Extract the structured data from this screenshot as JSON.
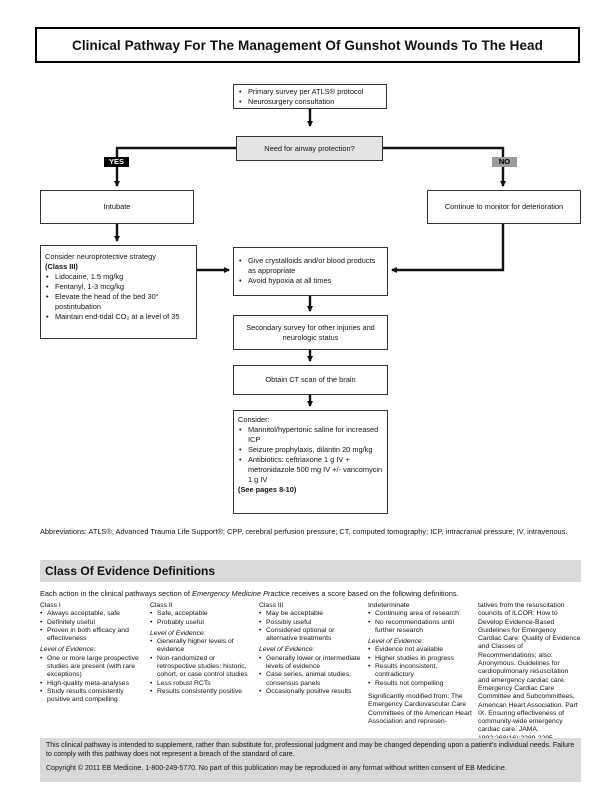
{
  "title": "Clinical Pathway For The Management Of Gunshot Wounds To The Head",
  "flow": {
    "primary_survey": [
      "Primary survey per ATLS® protocol",
      "Neurosurgery consultation"
    ],
    "airway_question": "Need for airway protection?",
    "yes_label": "YES",
    "no_label": "NO",
    "intubate": "Intubate",
    "monitor": "Continue to monitor for deterioration",
    "neuro": {
      "heading": "Consider neuroprotective strategy",
      "class": "(Class III)",
      "items": [
        "Lidocaine, 1.5 mg/kg",
        "Fentanyl, 1-3 mcg/kg",
        "Elevate the head of the bed 30° postintubation",
        "Maintain end-tidal CO₂ at a level of 35"
      ]
    },
    "fluids": [
      "Give crystalloids and/or blood products as appropriate",
      "Avoid hypoxia at all times"
    ],
    "secondary": "Secondary survey for other injuries and neurologic status",
    "ct": "Obtain CT scan of the brain",
    "consider": {
      "heading": "Consider:",
      "items": [
        "Mannitol/hypertonic saline for increased ICP",
        "Seizure prophylaxis, dilantin 20 mg/kg",
        "Antibiotics: ceftriaxone 1 g IV + metronidazole 500 mg IV +/- vancomycin 1 g IV"
      ],
      "pages": "(See pages 8-10)"
    }
  },
  "abbreviations": "Abbreviations: ATLS®, Advanced Trauma Life Support®; CPP, cerebral perfusion pressure; CT, computed tomography; ICP, intracranial pressure; IV, intravenous.",
  "coe": {
    "title": "Class Of Evidence Definitions",
    "intro_pre": "Each action in the clinical pathways section of ",
    "intro_em": "Emergency Medicine Practice",
    "intro_post": " receives a score based on the following definitions.",
    "loe_label": "Level of Evidence:",
    "class1": {
      "head": "Class I",
      "items": [
        "Always acceptable, safe",
        "Definitely useful",
        "Proven in both efficacy and effectiveness"
      ],
      "loe": [
        "One or more large prospective studies are present (with rare exceptions)",
        "High-quality meta-analyses",
        "Study results consistently positive and compelling"
      ]
    },
    "class2": {
      "head": "Class II",
      "items": [
        "Safe, acceptable",
        "Probably useful"
      ],
      "loe": [
        "Generally higher levels of evidence",
        "Non-randomized or retrospective studies: historic, cohort, or case control studies",
        "Less robust RCTs",
        "Results consistently positive"
      ]
    },
    "class3": {
      "head": "Class III",
      "items": [
        "May be acceptable",
        "Possibly useful",
        "Considered optional or alternative treatments"
      ],
      "loe": [
        "Generally lower or intermediate levels of evidence",
        "Case series, animal studies, consensus panels",
        "Occasionally positive results"
      ]
    },
    "indeterminate": {
      "head": "Indeterminate",
      "items": [
        "Continuing area of research",
        "No recommendations until further research"
      ],
      "loe": [
        "Evidence not available",
        "Higher studies in progress",
        "Results inconsistent, contradictory",
        "Results not compelling"
      ],
      "note": "Significantly modified from: The Emergency Cardiovascular Care Committees of the American Heart Association and represen-"
    },
    "reference": "tatives from the resuscitation councils of ILCOR: How to Develop Evidence-Based Guidelines for Emergency Cardiac Care: Quality of Evidence and Classes of Recommendations; also: Anonymous. Guidelines for cardiopulmonary resuscitation and emergency cardiac care. Emergency Cardiac Care Committee and Subcommittees, American Heart Association. Part IX. Ensuring effectiveness of community-wide emergency cardiac care. JAMA. 1992;268(16):2289-2295."
  },
  "disclaimer": "This clinical pathway is intended to supplement, rather than substitute for, professional judgment and may be changed depending upon a patient's individual needs. Failure to comply with this pathway does not represent a breach of the standard of care.",
  "copyright": "Copyright © 2011 EB Medicine. 1-800-249-5770. No part of this publication may be reproduced in any format without written consent of EB Medicine."
}
